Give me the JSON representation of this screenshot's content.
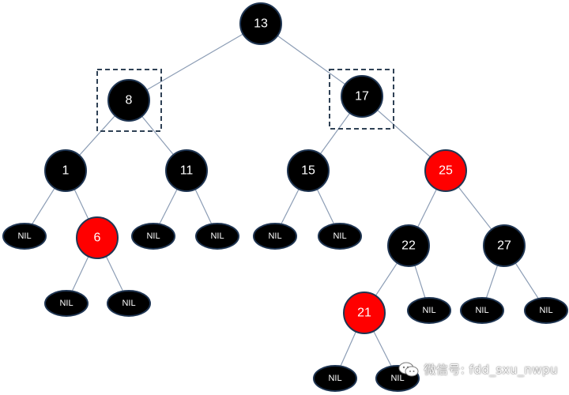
{
  "nodes": [
    {
      "id": "n13",
      "label": "13",
      "color": "black"
    },
    {
      "id": "n8",
      "label": "8",
      "color": "black"
    },
    {
      "id": "n17",
      "label": "17",
      "color": "black"
    },
    {
      "id": "n1",
      "label": "1",
      "color": "black"
    },
    {
      "id": "n11",
      "label": "11",
      "color": "black"
    },
    {
      "id": "n15",
      "label": "15",
      "color": "black"
    },
    {
      "id": "n25",
      "label": "25",
      "color": "red"
    },
    {
      "id": "n6",
      "label": "6",
      "color": "red"
    },
    {
      "id": "n22",
      "label": "22",
      "color": "black"
    },
    {
      "id": "n27",
      "label": "27",
      "color": "black"
    },
    {
      "id": "n21",
      "label": "21",
      "color": "red"
    }
  ],
  "nil_label": "NIL",
  "colors": {
    "black_node": "#000000",
    "red_node": "#ff0000",
    "node_border": "#1f3552",
    "edge": "#8c9db5",
    "highlight_box": "#2f4155"
  },
  "highlighted_nodes": [
    "8",
    "17"
  ],
  "watermark": {
    "icon": "wechat-icon",
    "text": "微信号: fdd_sxu_nwpu"
  }
}
